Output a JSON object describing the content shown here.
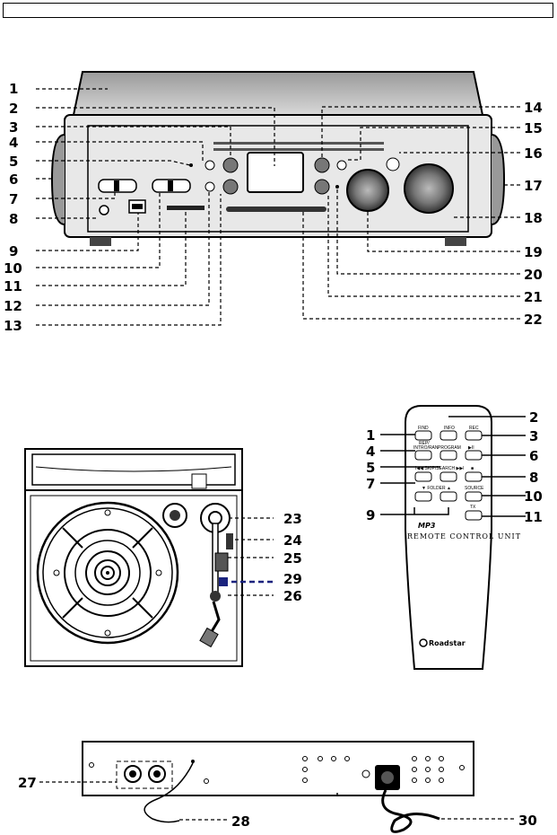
{
  "front_callouts": {
    "left": [
      "1",
      "2",
      "3",
      "4",
      "5",
      "6",
      "7",
      "8",
      "9",
      "10",
      "11",
      "12",
      "13"
    ],
    "right": [
      "14",
      "15",
      "16",
      "17",
      "18",
      "19",
      "20",
      "21",
      "22"
    ]
  },
  "top_callouts": [
    "23",
    "24",
    "25",
    "29",
    "26"
  ],
  "remote": {
    "callouts_left": [
      "1",
      "4",
      "5",
      "7",
      "9"
    ],
    "callouts_right": [
      "2",
      "3",
      "6",
      "8",
      "10",
      "11"
    ],
    "buttons": {
      "find": "FIND",
      "info": "INFO",
      "rec": "REC",
      "rep": "REP/",
      "intro_ran": "INTRO/RAN",
      "program": "PROGRAM",
      "play_pause": "▶II",
      "skip_search": "I◀◀ SKIP/SEARCH ▶▶I",
      "stop": "■",
      "folder": "▼ FOLDER ▲",
      "source": "SOURCE",
      "tx": "TX"
    },
    "logo": "MP3",
    "unit_label": "REMOTE CONTROL UNIT",
    "brand": "Roadstar"
  },
  "rear_callouts": [
    "27",
    "28",
    "30"
  ]
}
